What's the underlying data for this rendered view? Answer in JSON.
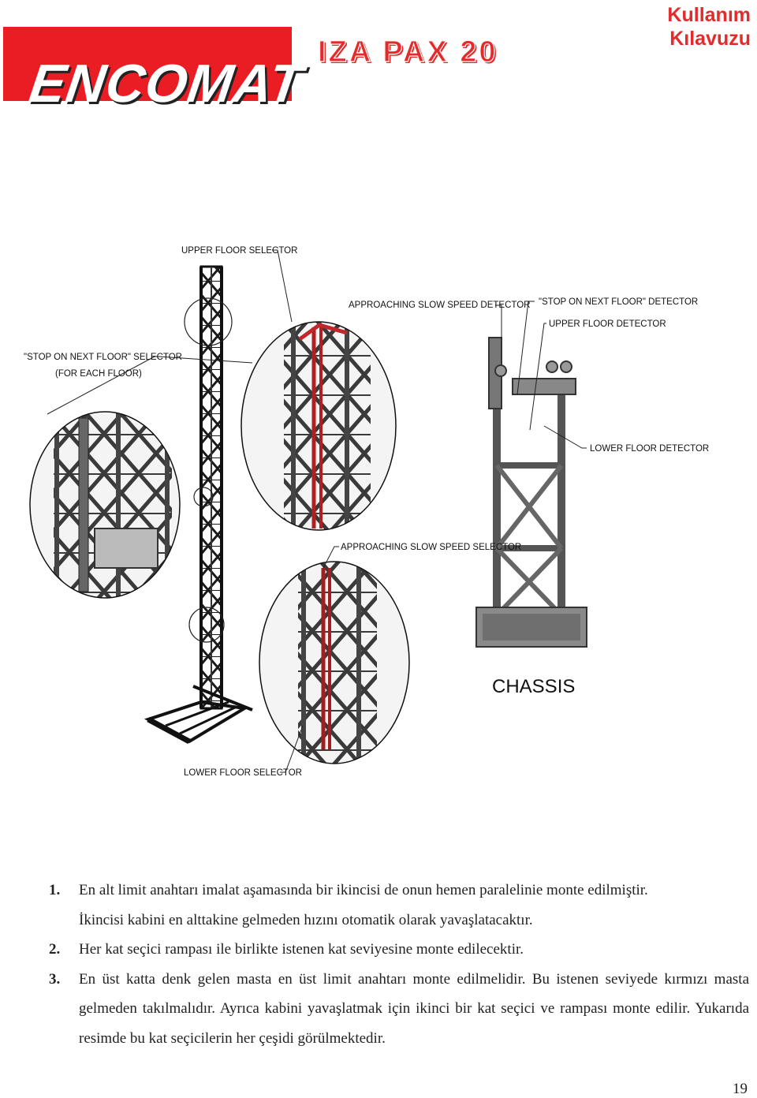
{
  "header": {
    "brand": "ENCOMAT",
    "product": "IZA PAX 20",
    "manual_line1": "Kullanım",
    "manual_line2": "Kılavuzu"
  },
  "figure": {
    "labels": {
      "upper_floor_selector": "UPPER FLOOR SELECTOR",
      "stop_selector": "\"STOP ON NEXT FLOOR\" SELECTOR",
      "for_each_floor": "(FOR EACH FLOOR)",
      "approaching_detector": "APPROACHING SLOW SPEED DETECTOR",
      "stop_detector": "\"STOP ON NEXT FLOOR\" DETECTOR",
      "upper_floor_detector": "UPPER FLOOR DETECTOR",
      "lower_floor_detector": "LOWER FLOOR DETECTOR",
      "approaching_selector": "APPROACHING SLOW SPEED SELECTOR",
      "chassis": "CHASSIS",
      "lower_floor_selector": "LOWER FLOOR SELECTOR"
    }
  },
  "instructions": [
    {
      "number": "1.",
      "line1": "En alt limit anahtarı imalat aşamasında bir ikincisi de onun hemen paralelinie monte edilmiştir.",
      "line2": "İkincisi kabini en alttakine gelmeden hızını otomatik olarak yavaşlatacaktır."
    },
    {
      "number": "2.",
      "text": "Her kat seçici rampası ile birlikte istenen kat seviyesine monte edilecektir."
    },
    {
      "number": "3.",
      "text": "En üst katta denk gelen masta en üst limit anahtarı monte edilmelidir. Bu istenen seviyede kırmızı masta gelmeden takılmalıdır. Ayrıca kabini yavaşlatmak için ikinci bir kat seçici ve rampası monte edilir. Yukarıda resimde bu kat seçicilerin her çeşidi görülmektedir."
    }
  ],
  "page_number": "19"
}
